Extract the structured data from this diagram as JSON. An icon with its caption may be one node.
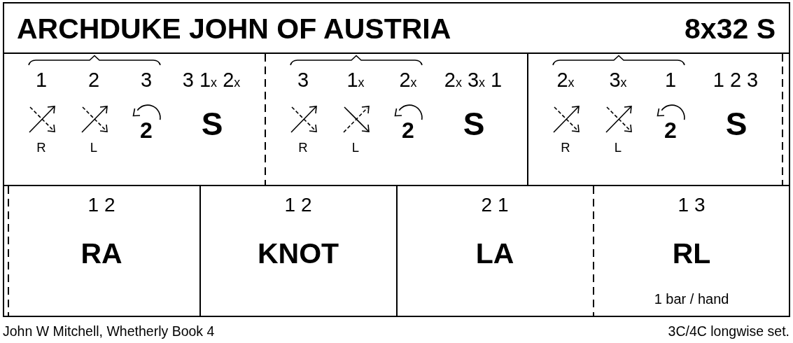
{
  "diagram": {
    "title": "ARCHDUKE JOHN OF AUSTRIA",
    "nodes": [
      {
        "text": [
          "1",
          "2",
          "3",
          "3 1$_{x}$ 2$_{x}$",
          "2",
          "S",
          "R",
          "L"
        ]
      },
      {
        "text": [
          "3",
          "1$_{x}$",
          "2$_{x}$",
          "2$_{x}$ 3$_{x}$ 1",
          "2",
          "S",
          "R",
          "L"
        ]
      },
      {
        "text": [
          "2$_{x}$",
          "3$_{x}$",
          "1",
          "1 2 3",
          "2",
          "S",
          "R",
          "L"
        ]
      },
      {
        "text": [
          "1 2",
          "RA"
        ]
      },
      {
        "text": [
          "1 2",
          "KNOT"
        ]
      },
      {
        "text": [
          "2 1",
          "LA"
        ]
      },
      {
        "text": [
          "1 3",
          "RL",
          "1 bar / hand"
        ]
      }
    ],
    "labels": [
      "8x32 S",
      "John W Mitchell, Whetherly Book 4",
      "3C/4C longwise set."
    ]
  }
}
